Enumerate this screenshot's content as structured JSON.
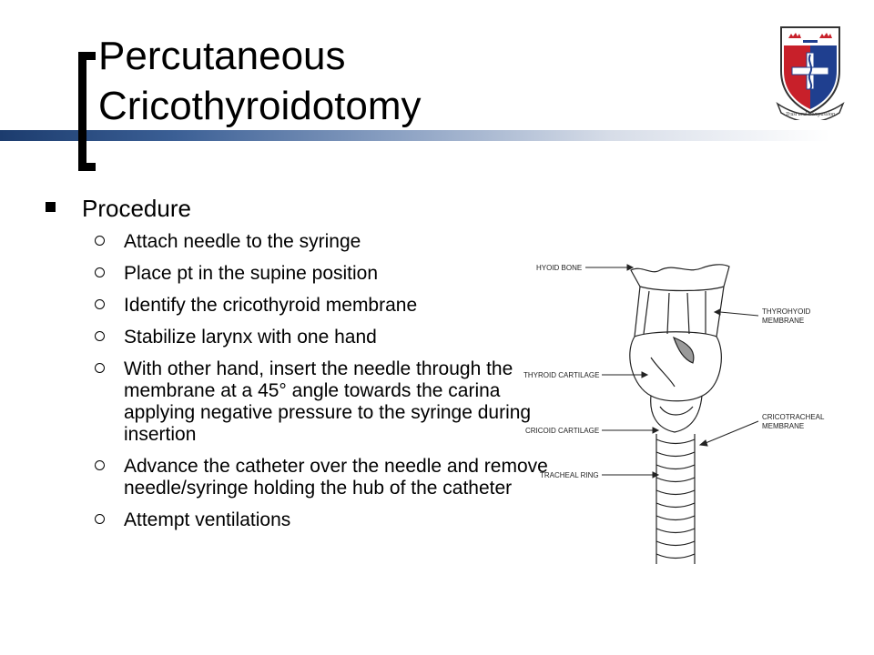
{
  "slide": {
    "title_line1": "Percutaneous",
    "title_line2": "Cricothyroidotomy",
    "logo_caption": "Trust and Compassion"
  },
  "section": {
    "heading": "Procedure",
    "steps": [
      "Attach needle to the syringe",
      "Place pt in the supine position",
      "Identify the cricothyroid membrane",
      "Stabilize larynx with one hand",
      "With other hand, insert the needle through the membrane at a 45° angle towards the carina applying negative pressure to the syringe during insertion",
      "Advance the catheter over the needle and remove needle/syringe holding the hub of the catheter",
      "Attempt ventilations"
    ]
  },
  "diagram": {
    "labels": {
      "hyoid_bone": "HYOID BONE",
      "thyrohyoid_1": "THYROHYOID",
      "thyrohyoid_2": "MEMBRANE",
      "thyroid_cartilage": "THYROID CARTILAGE",
      "cricotracheal_1": "CRICOTRACHEAL",
      "cricotracheal_2": "MEMBRANE",
      "cricoid_cartilage": "CRICOID CARTILAGE",
      "tracheal_ring": "TRACHEAL RING"
    }
  },
  "colors": {
    "title_bar_dark": "#1c3c6e",
    "shield_blue": "#1f3f8f",
    "shield_red": "#c8202a"
  }
}
